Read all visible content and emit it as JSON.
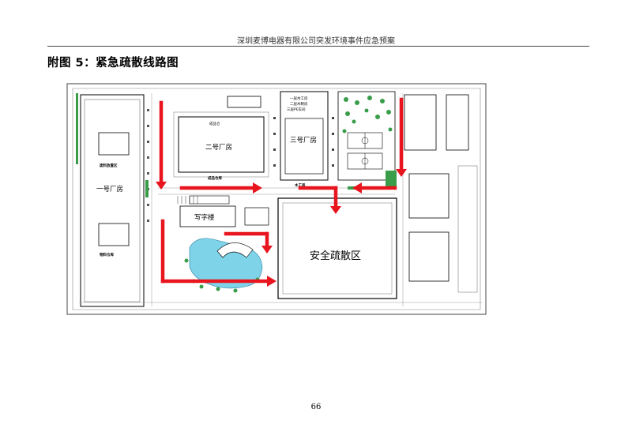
{
  "document": {
    "header_title": "深圳麦博电器有限公司突发环境事件应急预案",
    "figure_heading": "附图 5：紧急疏散线路图",
    "page_number": "66"
  },
  "map": {
    "buildings": {
      "factory_1": "一号厂房",
      "factory_2": "二号厂房",
      "factory_3": "三号厂房",
      "office": "写字楼",
      "wood_shop": "木工房",
      "waste_storage": "废料放置区",
      "finished_goods": "成品仓库",
      "material_warehouse": "物料仓库",
      "finished_label": "成品仓"
    },
    "factory3_notes": [
      "一层木工房",
      "二层木制房",
      "三层PE车间"
    ],
    "safe_zone": "安全疏散区",
    "arrow_color": "#e8141e",
    "green_color": "#3a9d4a",
    "water_color": "#7fd3e8"
  }
}
